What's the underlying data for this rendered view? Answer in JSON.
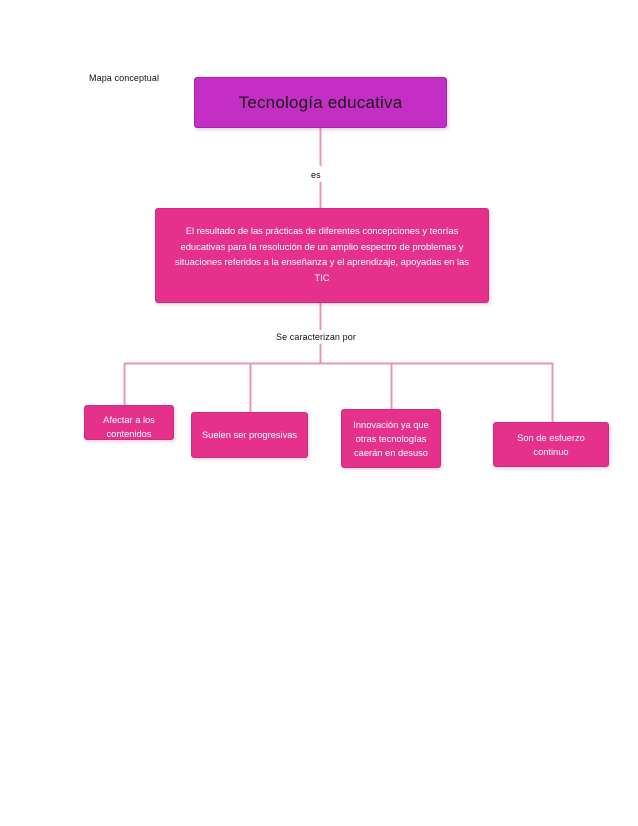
{
  "diagram": {
    "caption": "Mapa conceptual",
    "type": "concept-map",
    "colors": {
      "title_fill": "#C42EC4",
      "title_border": "#A924A9",
      "node_fill": "#E5318B",
      "node_border": "#D22A7E",
      "connector": "#E894B9",
      "page_background": "#FFFFFF",
      "title_text": "#1B1B1B",
      "node_text": "#FFFFFF",
      "label_text": "#111111"
    },
    "root": {
      "label": "Tecnología educativa"
    },
    "edges": {
      "root_to_definition": "es",
      "definition_to_branches": "Se caracterizan por"
    },
    "definition": {
      "label": "El resultado de las prácticas de diferentes concepciones y teorías educativas para la resolución de un amplio espectro de problemas y situaciones referidos a la enseñanza y el aprendizaje, apoyadas en las TIC"
    },
    "branches": [
      {
        "label": "Afectar a los contenidos"
      },
      {
        "label": "Suelen ser progresivas"
      },
      {
        "label": "Innovación ya que otras tecnologías caerán en desuso"
      },
      {
        "label": "Son de esfuerzo continuo"
      }
    ]
  }
}
